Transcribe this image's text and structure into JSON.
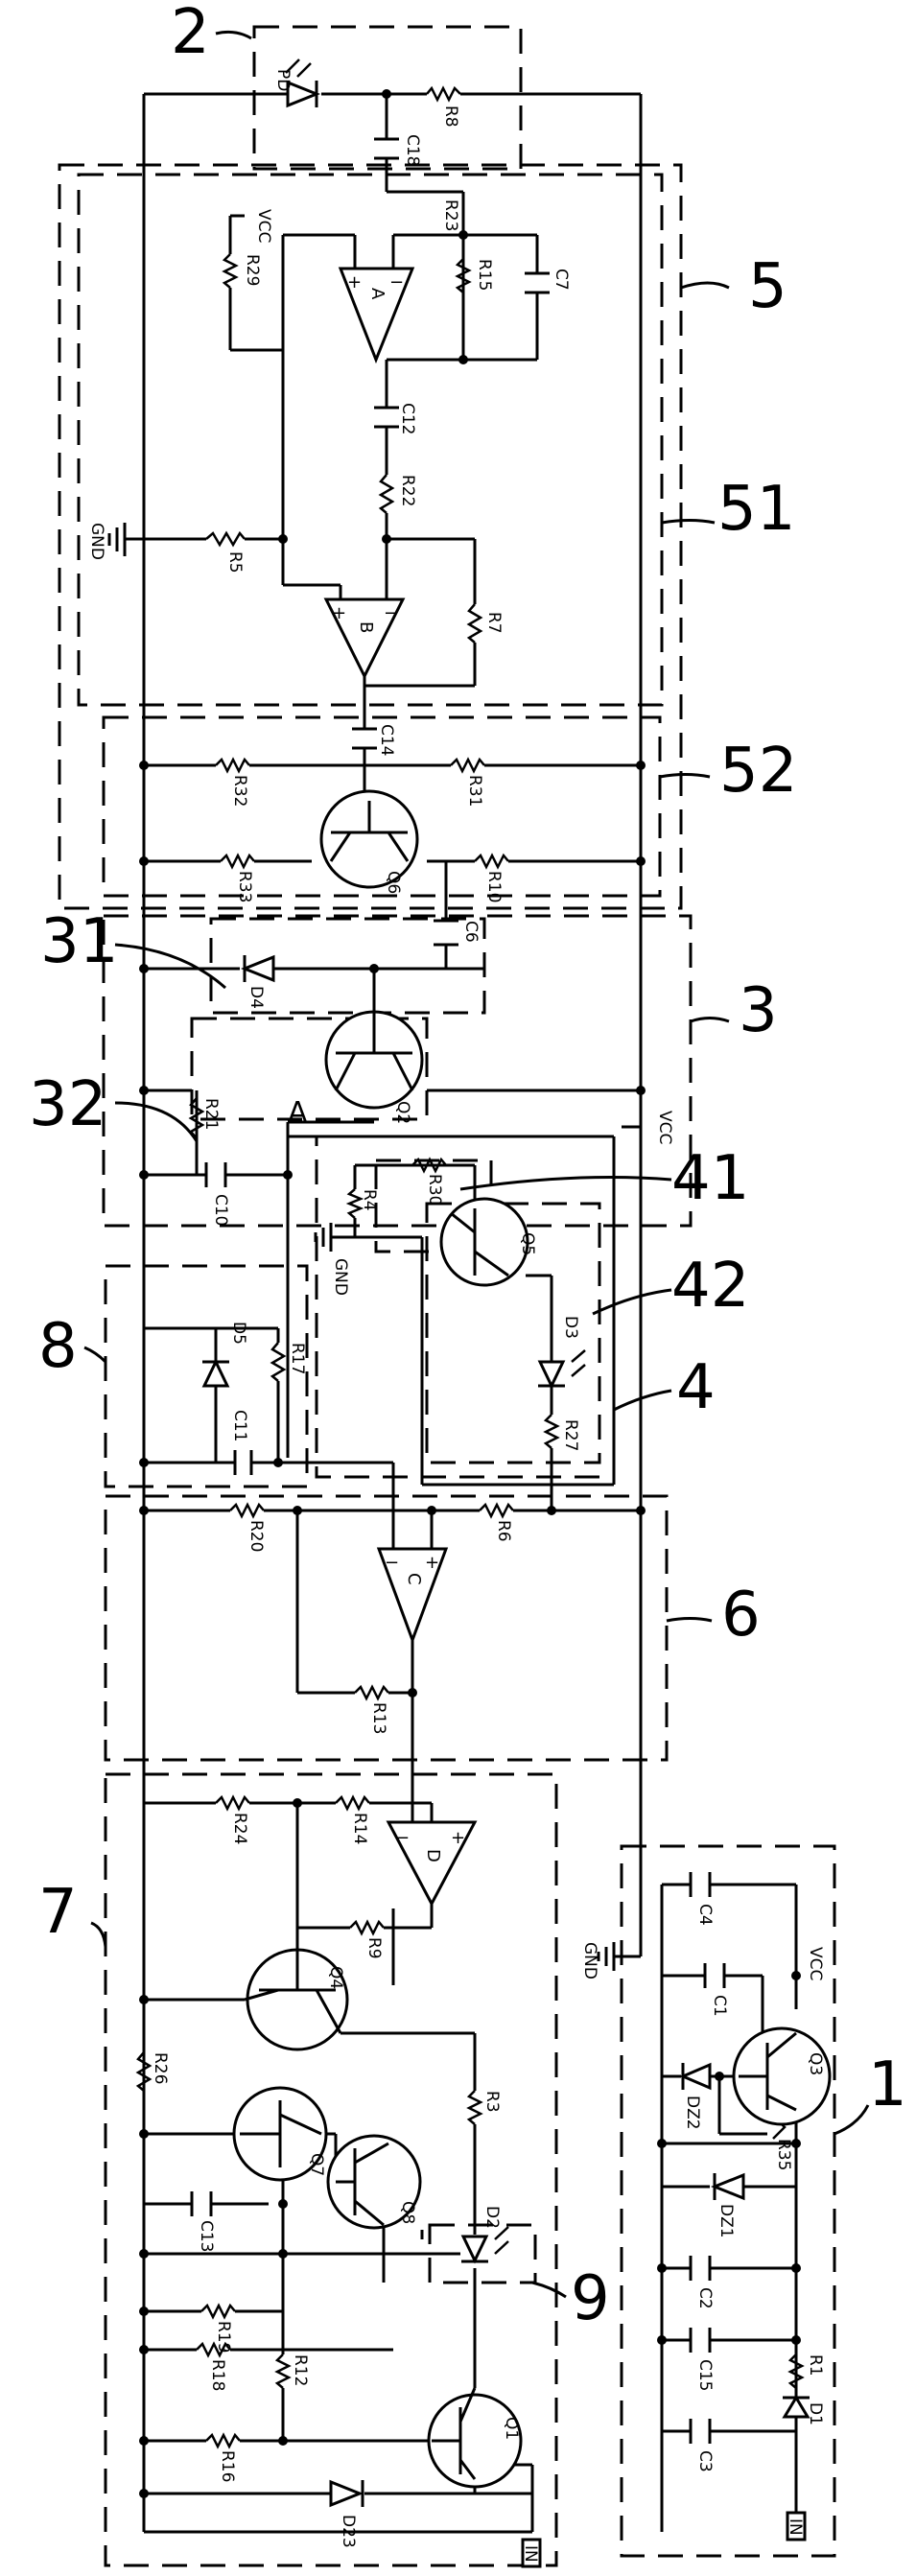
{
  "callouts": {
    "c2": "2",
    "c5": "5",
    "c51": "51",
    "c52": "52",
    "c31": "31",
    "c3": "3",
    "c32": "32",
    "c41": "41",
    "c42": "42",
    "c8": "8",
    "c4": "4",
    "c6": "6",
    "c7": "7",
    "c9": "9",
    "c1": "1",
    "nodeA": "A"
  },
  "labels": {
    "PD": "PD",
    "R8": "R8",
    "C18": "C18",
    "R23": "R23",
    "VCC_top": "VCC",
    "R29": "R29",
    "R15": "R15",
    "C7": "C7",
    "C12": "C12",
    "R22": "R22",
    "GND_top": "GND",
    "R5": "R5",
    "R7": "R7",
    "C14": "C14",
    "R32": "R32",
    "R31": "R31",
    "R33": "R33",
    "R10": "R10",
    "Q6": "Q6",
    "D4": "D4",
    "C6": "C6",
    "R21": "R21",
    "Q2": "Q2",
    "VCC_mid": "VCC",
    "C10": "C10",
    "R4": "R4",
    "R30": "R30",
    "Q5": "Q5",
    "GND_mid": "GND",
    "D3": "D3",
    "R27": "R27",
    "D5": "D5",
    "R17": "R17",
    "C11": "C11",
    "R20": "R20",
    "R6": "R6",
    "R13": "R13",
    "R24": "R24",
    "R14": "R14",
    "R9": "R9",
    "Q4": "Q4",
    "R26": "R26",
    "R3": "R3",
    "Q7": "Q7",
    "Q8": "Q8",
    "C13": "C13",
    "D2": "D2",
    "R19": "R19",
    "R18": "R18",
    "R12": "R12",
    "Q1": "Q1",
    "R16": "R16",
    "D23": "D23",
    "C4": "C4",
    "VCC_bot": "VCC",
    "C1": "C1",
    "DZ2": "DZ2",
    "Q3": "Q3",
    "GND_bot": "GND",
    "R35": "R35",
    "DZ1": "DZ1",
    "C2": "C2",
    "R1": "R1",
    "C15": "C15",
    "D1": "D1",
    "C3": "C3",
    "IN_bot": "IN",
    "IN_right": "IN"
  },
  "opamps": {
    "A": "A",
    "B": "B",
    "C": "C",
    "D": "D"
  },
  "signs": {
    "plus": "+",
    "minus": "−"
  }
}
